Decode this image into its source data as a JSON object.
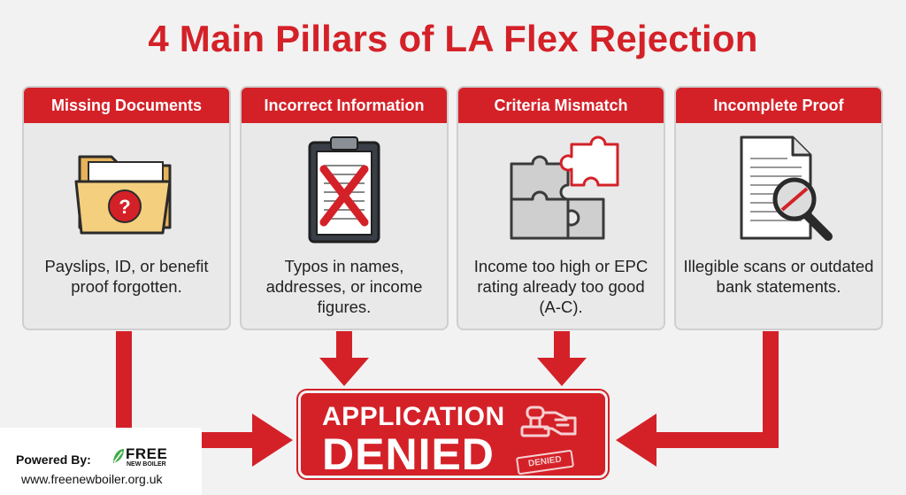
{
  "title": "4 Main Pillars of LA Flex Rejection",
  "pillars": [
    {
      "heading": "Missing Documents",
      "icon": "folder-question-icon",
      "desc": "Payslips, ID, or benefit proof forgotten."
    },
    {
      "heading": "Incorrect Information",
      "icon": "clipboard-cross-icon",
      "desc": "Typos in names, addresses, or income figures."
    },
    {
      "heading": "Criteria Mismatch",
      "icon": "puzzle-mismatch-icon",
      "desc": "Income too high or EPC rating already too good (A-C)."
    },
    {
      "heading": "Incomplete Proof",
      "icon": "document-magnifier-icon",
      "desc": "Illegible scans or outdated bank statements."
    }
  ],
  "outcome": {
    "line1": "APPLICATION",
    "line2": "DENIED",
    "stamp_label": "DENIED"
  },
  "footer": {
    "powered_by": "Powered By:",
    "brand_name": "FREE",
    "brand_sub": "NEW BOILER",
    "website": "www.freenewboiler.org.uk"
  },
  "colors": {
    "accent": "#d42128",
    "card_bg": "#e9e9e9",
    "background": "#f2f2f2"
  }
}
